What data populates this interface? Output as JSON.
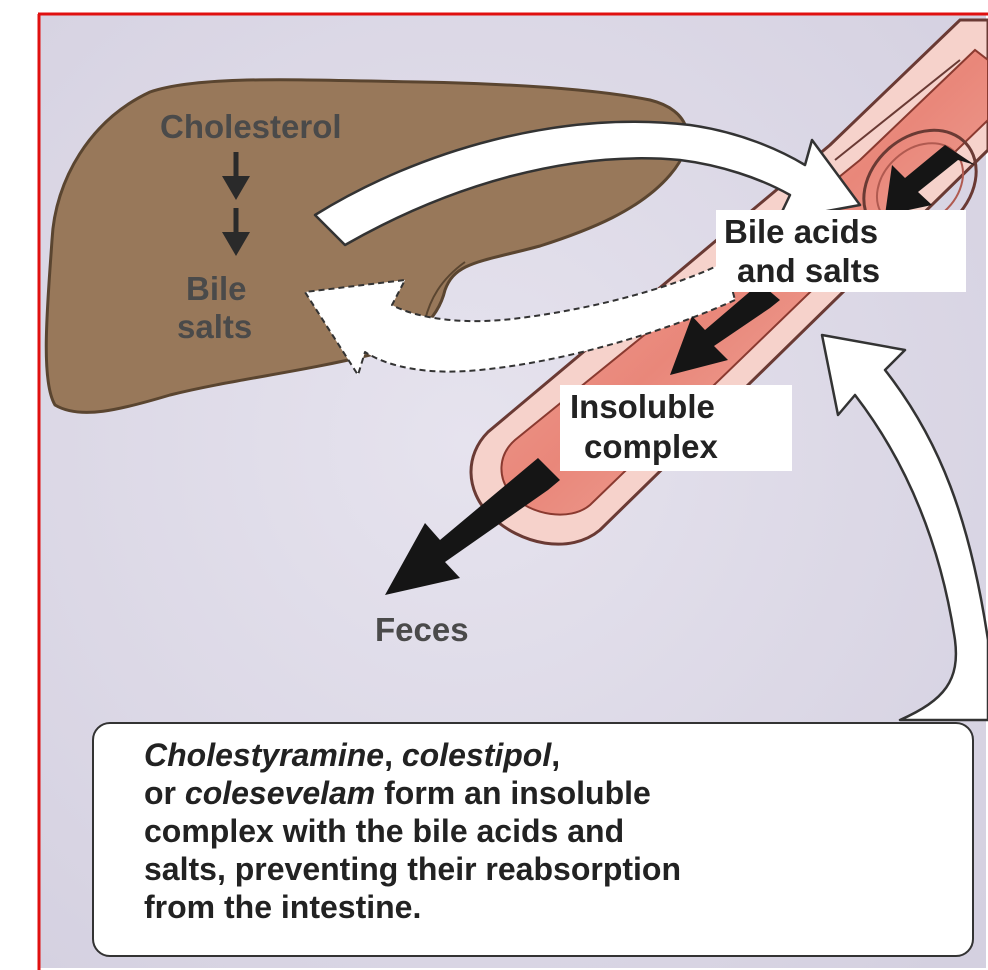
{
  "labels": {
    "cholesterol": "Cholesterol",
    "bile_salts_line1": "Bile",
    "bile_salts_line2": "salts",
    "bile_acids_line1": "Bile acids",
    "bile_acids_line2": "and salts",
    "insoluble_line1": "Insoluble",
    "insoluble_line2": "complex",
    "feces": "Feces"
  },
  "caption": {
    "drug1": "Cholestyramine",
    "sep1": ", ",
    "drug2": "colestipol",
    "sep2": ",",
    "pre3": "or ",
    "drug3": "colesevelam",
    "line2_rest": " form an insoluble",
    "line3": "complex with the bile acids and",
    "line4": "salts, preventing their reabsorption",
    "line5": "from the intestine."
  },
  "colors": {
    "background": "#dcd8e6",
    "liver": "#98785a",
    "intestine": "#e88a7e",
    "border": "#e01010"
  }
}
